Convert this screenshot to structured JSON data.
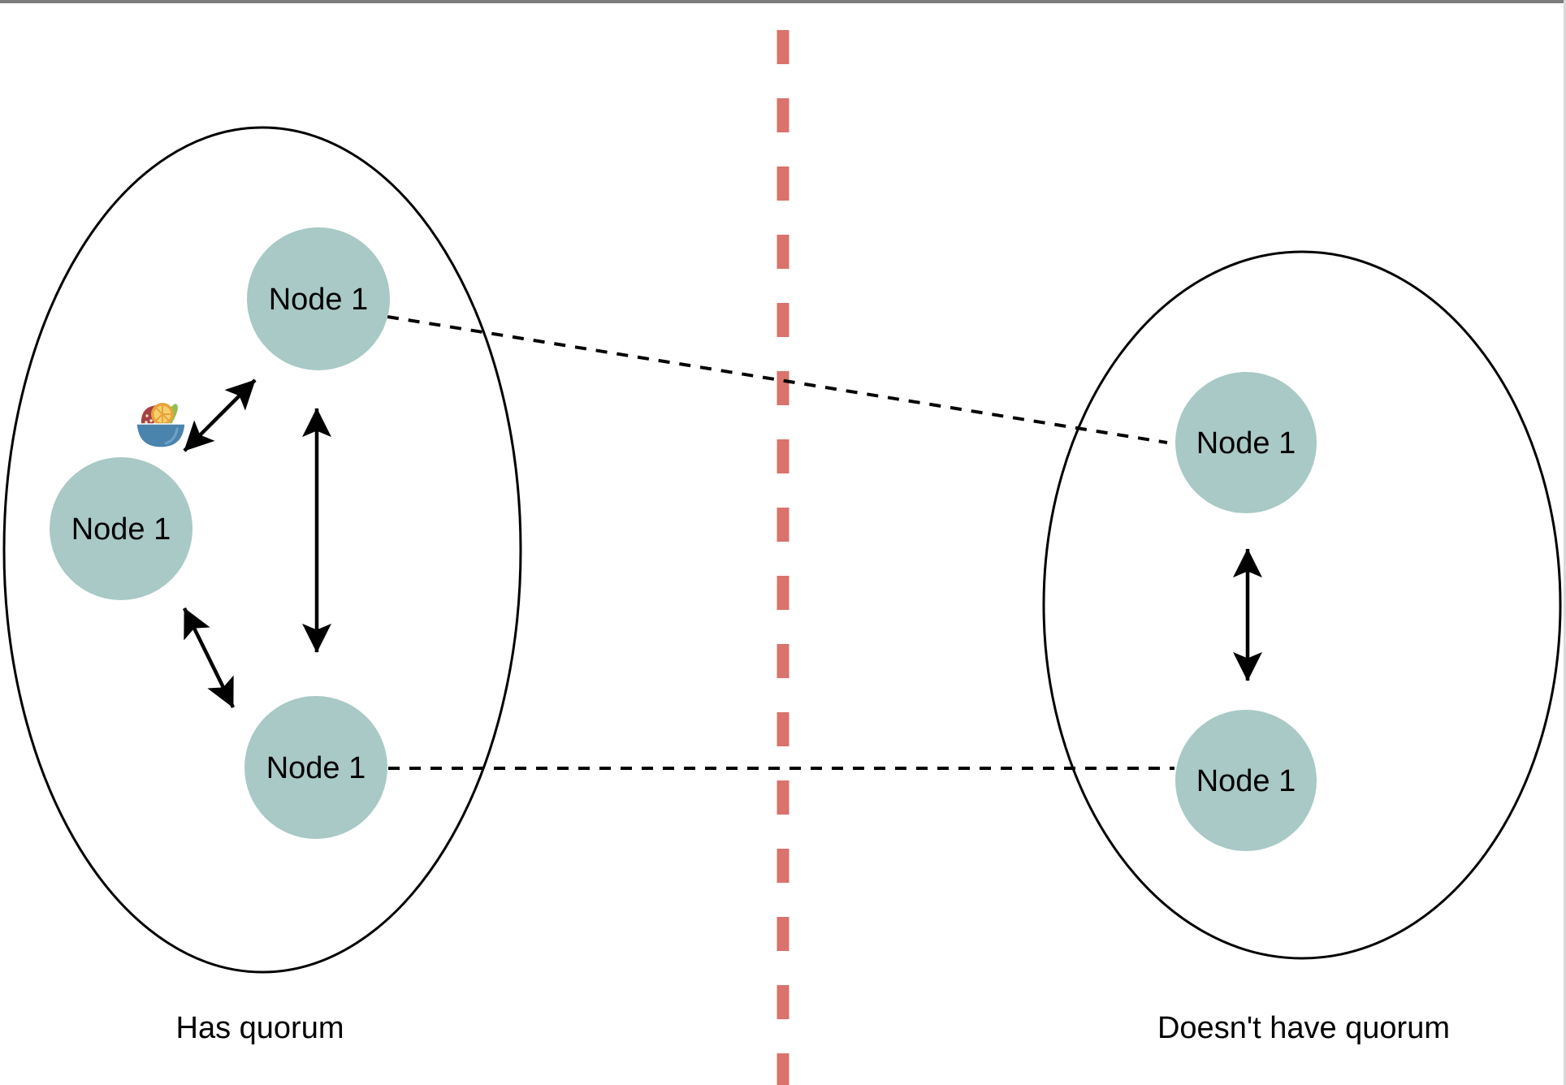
{
  "page": {
    "background": "#ffffff",
    "top_border_color": "#7d7d7d",
    "right_border_color": "#d9d9d9"
  },
  "diagram": {
    "stroke_color": "#000000",
    "node_fill": "#a8c9c5",
    "partition_line": {
      "color": "#d9736c",
      "style": "dashed-vertical"
    },
    "left_group": {
      "label": "Has quorum",
      "nodes": [
        {
          "label": "Node 1"
        },
        {
          "label": "Node 1"
        },
        {
          "label": "Node 1"
        }
      ]
    },
    "right_group": {
      "label": "Doesn't have quorum",
      "nodes": [
        {
          "label": "Node 1"
        },
        {
          "label": "Node 1"
        }
      ]
    },
    "icons": {
      "fruit_bowl": "fruit-bowl-icon"
    },
    "fruit_bowl_colors": {
      "bowl": "#4a84ad",
      "watermelon": "#a94043",
      "orange": "#e9a23b",
      "orange_inner": "#f6d06f",
      "lime": "#8cbf4e"
    }
  }
}
